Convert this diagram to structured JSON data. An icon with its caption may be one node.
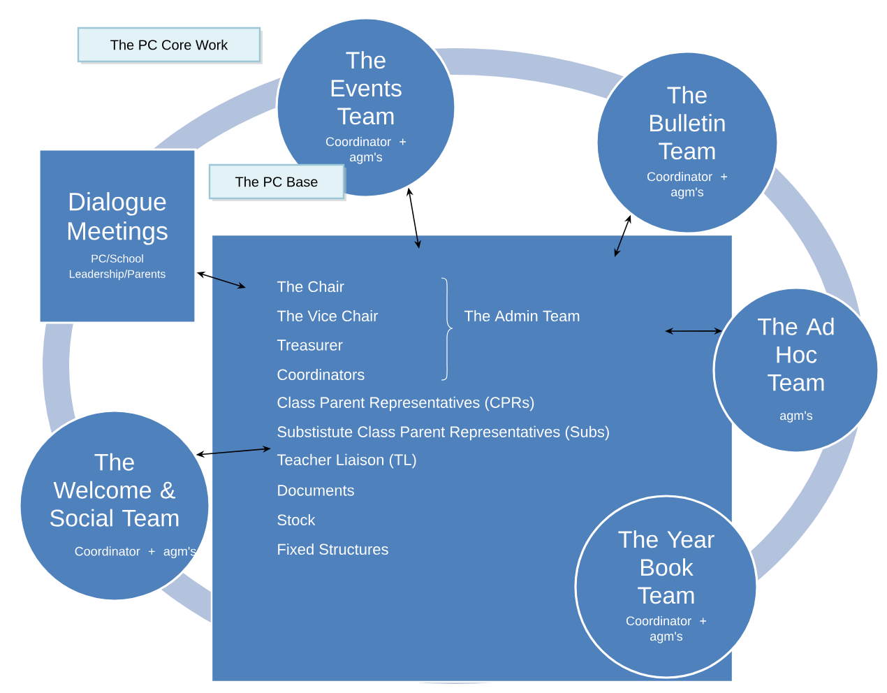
{
  "diagram": {
    "nodes": [
      {
        "text": [
          "The PC Core Work"
        ]
      },
      {
        "text": [
          "The Events Team",
          "Coordinator + agm's"
        ]
      },
      {
        "text": [
          "The Bulletin Team",
          "Coordinator + agm's"
        ]
      },
      {
        "text": [
          "Dialogue Meetings",
          "PC/School Leadership/Parents"
        ]
      },
      {
        "text": [
          "The PC Base"
        ]
      },
      {
        "text": [
          "The Chair",
          "The Vice Chair",
          "Treasurer",
          "Coordinators",
          "Class Parent Representatives (CPRs)",
          "Substistute Class Parent Representatives (Subs)",
          "Teacher Liaison (TL)",
          "Documents",
          "Stock",
          "Fixed Structures",
          "The Admin Team"
        ]
      },
      {
        "text": [
          "The Ad Hoc Team",
          "agm's"
        ]
      },
      {
        "text": [
          "The Welcome & Social Team",
          "Coordinator + agm's"
        ]
      },
      {
        "text": [
          "The Year Book Team",
          "Coordinator + agm's"
        ]
      }
    ],
    "edges": [
      {
        "from": 1,
        "to": 5,
        "arrow": "both"
      },
      {
        "from": 2,
        "to": 5,
        "arrow": "both"
      },
      {
        "from": 3,
        "to": 5,
        "arrow": "both"
      },
      {
        "from": 6,
        "to": 5,
        "arrow": "both"
      },
      {
        "from": 7,
        "to": 5,
        "arrow": "both"
      }
    ]
  }
}
